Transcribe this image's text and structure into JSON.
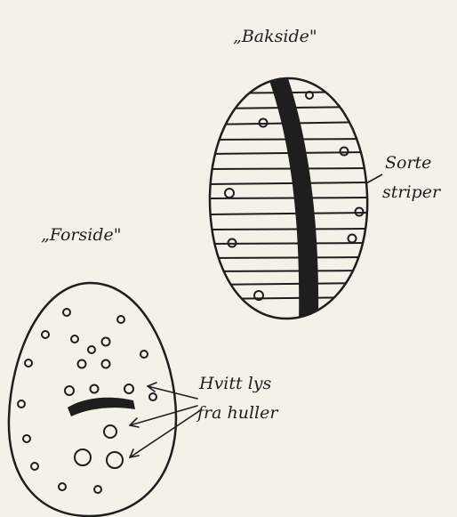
{
  "colors": {
    "paper": "#f3f1e8",
    "ink": "#1e1e1e"
  },
  "labels": {
    "back_title": "„Bakside\"",
    "front_title": "„Forside\"",
    "stripes_line1": "Sorte",
    "stripes_line2": "striper",
    "light_line1": "Hvitt lys",
    "light_line2": "fra huller"
  }
}
